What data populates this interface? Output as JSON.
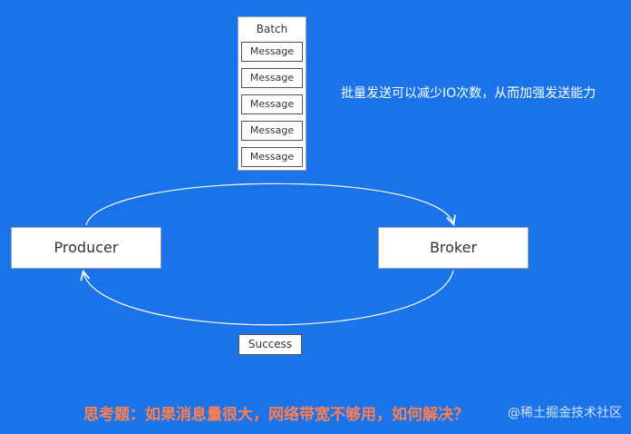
{
  "batch": {
    "label": "Batch",
    "messages": [
      "Message",
      "Message",
      "Message",
      "Message",
      "Message"
    ]
  },
  "nodes": {
    "producer": "Producer",
    "broker": "Broker"
  },
  "success_label": "Success",
  "note": "批量发送可以减少IO次数，从而加强发送能力",
  "question": "思考题：如果消息量很大，网络带宽不够用，如何解决？",
  "watermark": "@稀土掘金技术社区",
  "colors": {
    "background": "#1a73e8",
    "question_text": "#ff7f50",
    "box": "#ffffff"
  }
}
